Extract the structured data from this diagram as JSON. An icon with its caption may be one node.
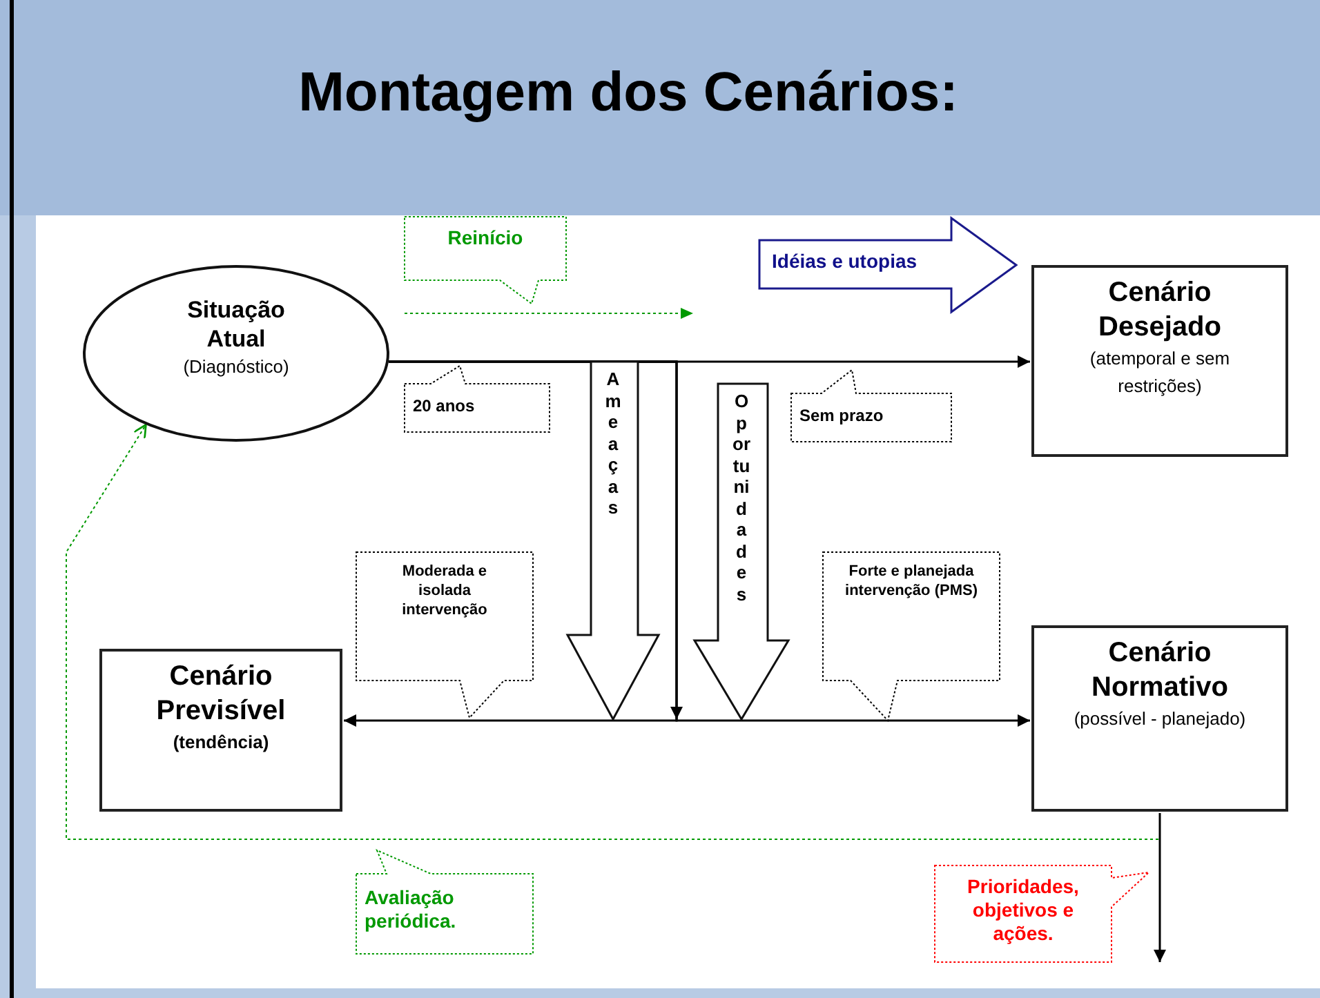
{
  "diagram": {
    "title": "Montagem dos Cenários:",
    "nodes": [
      {
        "text": [
          "Reinício"
        ]
      },
      {
        "text": [
          "Idéias e utopias"
        ]
      },
      {
        "text": [
          "Situação Atual",
          "(Diagnóstico)"
        ]
      },
      {
        "text": [
          "Cenário Desejado",
          "(atemporal e sem restrições)"
        ]
      },
      {
        "text": [
          "20 anos"
        ]
      },
      {
        "text": [
          "Ameaças"
        ]
      },
      {
        "text": [
          "Oportunidades"
        ]
      },
      {
        "text": [
          "Sem prazo"
        ]
      },
      {
        "text": [
          "Moderada e isolada intervenção"
        ]
      },
      {
        "text": [
          "Forte e planejada intervenção (PMS)"
        ]
      },
      {
        "text": [
          "Cenário Previsível",
          "(tendência)"
        ]
      },
      {
        "text": [
          "Cenário Normativo",
          "(possível - planejado)"
        ]
      },
      {
        "text": [
          "Avaliação periódica."
        ]
      },
      {
        "text": [
          "Prioridades, objetivos e ações."
        ]
      }
    ],
    "edges": [
      {
        "from": 2,
        "to": 3,
        "arrow": "to"
      },
      {
        "from": 2,
        "to": 10,
        "arrow": "to"
      },
      {
        "from": 2,
        "to": 11,
        "arrow": "to"
      },
      {
        "from": 11,
        "to": 2,
        "arrow": "to",
        "style": "dashed",
        "color": "#009900"
      },
      {
        "from": 11,
        "to": null,
        "arrow": "to"
      }
    ]
  }
}
